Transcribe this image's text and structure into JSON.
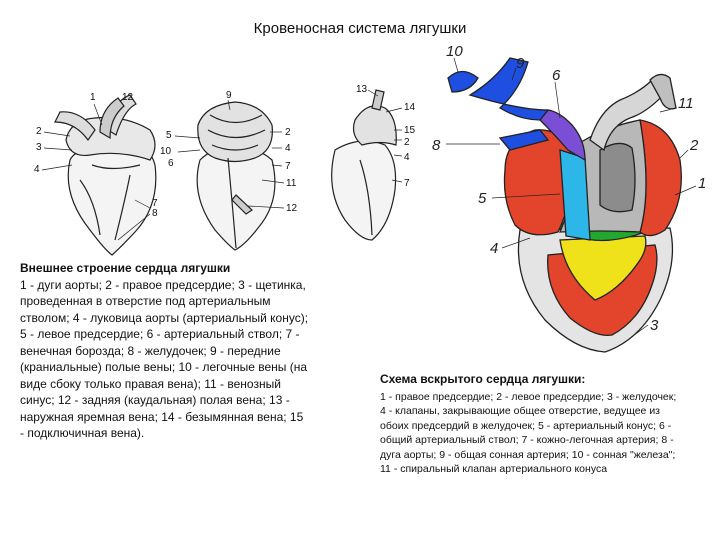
{
  "title": "Кровеносная система лягушки",
  "external": {
    "heading": "Внешнее строение сердца лягушки",
    "body": "1 - дуги аорты; 2 - правое предсердие; 3 - щетинка, проведенная в отверстие под артериальным стволом; 4 - луковица аорты (артериальный конус); 5 - левое предсердие; 6 - артериальный ствол; 7 - венечная борозда; 8 - желудочек; 9 - передние (краниальные) полые вены; 10 - легочные вены (на виде сбоку только правая вена); 11 - венозный синус; 12 - задняя (каудальная) полая вена; 13 - наружная яремная вена; 14 - безымянная вена; 15 - подключичная вена)."
  },
  "scheme": {
    "heading": "Схема вскрытого сердца лягушки:",
    "body": "1 - правое предсердие; 2 - левое предсердие; 3 - желудочек; 4 - клапаны, закрывающие общее отверстие, ведущее из обоих предсердий в желудочек; 5 - артериальный конус; 6 - общий артериальный ствол; 7 - кожно-легочная артерия; 8 - дуга аорты; 9 - общая сонная артерия; 10 - сонная \"железа\"; 11 - спиральный клапан артериального конуса"
  },
  "labels": {
    "fig1": [
      "1",
      "12",
      "2",
      "3",
      "4",
      "7",
      "8"
    ],
    "fig2": [
      "9",
      "5",
      "10",
      "6",
      "2",
      "4",
      "7",
      "11",
      "12"
    ],
    "fig3": [
      "13",
      "14",
      "15",
      "2",
      "4",
      "7"
    ],
    "fig4": [
      "10",
      "9",
      "6",
      "8",
      "11",
      "2",
      "5",
      "1",
      "4",
      "3"
    ]
  },
  "colors": {
    "blue": "#1f4fe0",
    "red": "#e2452b",
    "purple": "#7a4fd6",
    "cyan": "#2db6e8",
    "green": "#22a830",
    "yellow": "#f0e21a",
    "gray": "#9a9a9a"
  }
}
